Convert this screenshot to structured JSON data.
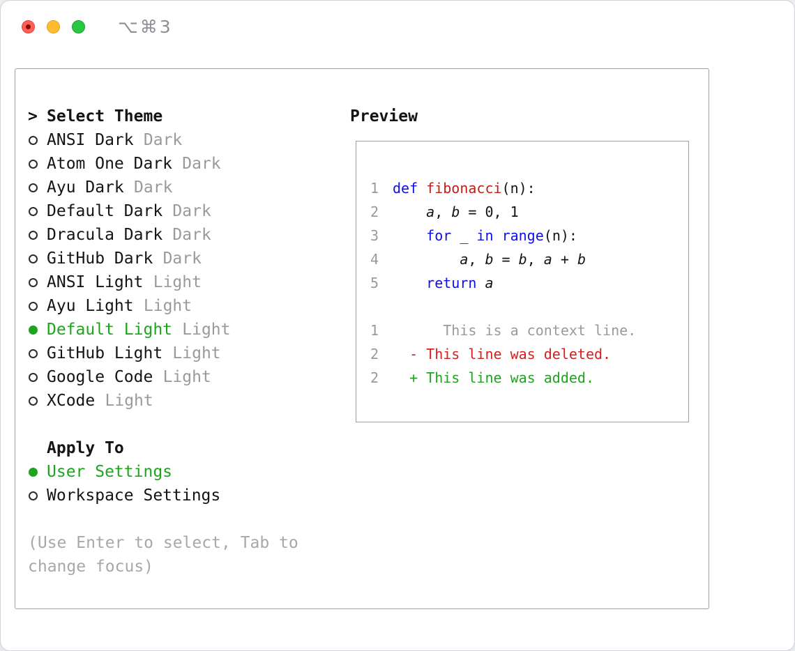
{
  "window": {
    "titlebar_shortcut": "⌥⌘3",
    "traffic_lights": [
      "close",
      "minimize",
      "zoom"
    ]
  },
  "colors": {
    "accent_green": "#1ea41e",
    "keyword_blue": "#0f0fe8",
    "function_red": "#c0201a",
    "deleted_red": "#d42020",
    "muted_gray": "#9a9a9a",
    "text_black": "#141414",
    "border_gray": "#9aa0a6"
  },
  "theme_panel": {
    "prompt": ">",
    "heading": "Select Theme",
    "themes": [
      {
        "name": "ANSI Dark",
        "variant": "Dark",
        "selected": false
      },
      {
        "name": "Atom One Dark",
        "variant": "Dark",
        "selected": false
      },
      {
        "name": "Ayu Dark",
        "variant": "Dark",
        "selected": false
      },
      {
        "name": "Default Dark",
        "variant": "Dark",
        "selected": false
      },
      {
        "name": "Dracula Dark",
        "variant": "Dark",
        "selected": false
      },
      {
        "name": "GitHub Dark",
        "variant": "Dark",
        "selected": false
      },
      {
        "name": "ANSI Light",
        "variant": "Light",
        "selected": false
      },
      {
        "name": "Ayu Light",
        "variant": "Light",
        "selected": false
      },
      {
        "name": "Default Light",
        "variant": "Light",
        "selected": true
      },
      {
        "name": "GitHub Light",
        "variant": "Light",
        "selected": false
      },
      {
        "name": "Google Code",
        "variant": "Light",
        "selected": false
      },
      {
        "name": "XCode",
        "variant": "Light",
        "selected": false
      }
    ],
    "apply_heading": "Apply To",
    "apply_options": [
      {
        "label": "User Settings",
        "selected": true
      },
      {
        "label": "Workspace Settings",
        "selected": false
      }
    ],
    "hint": "(Use Enter to select, Tab to change focus)"
  },
  "preview_panel": {
    "heading": "Preview",
    "code_lines": [
      {
        "num": "1",
        "tokens": [
          [
            "def",
            "kw"
          ],
          [
            " ",
            "pl"
          ],
          [
            "fibonacci",
            "fn"
          ],
          [
            "(n):",
            "pl"
          ]
        ]
      },
      {
        "num": "2",
        "tokens": [
          [
            "    ",
            "pl"
          ],
          [
            "a",
            "it"
          ],
          [
            ", ",
            "pl"
          ],
          [
            "b",
            "it"
          ],
          [
            " = 0, 1",
            "pl"
          ]
        ]
      },
      {
        "num": "3",
        "tokens": [
          [
            "    ",
            "pl"
          ],
          [
            "for",
            "kw"
          ],
          [
            " _ ",
            "pl"
          ],
          [
            "in",
            "kw"
          ],
          [
            " ",
            "pl"
          ],
          [
            "range",
            "kw"
          ],
          [
            "(n):",
            "pl"
          ]
        ]
      },
      {
        "num": "4",
        "tokens": [
          [
            "        ",
            "pl"
          ],
          [
            "a",
            "it"
          ],
          [
            ", ",
            "pl"
          ],
          [
            "b",
            "it"
          ],
          [
            " = ",
            "pl"
          ],
          [
            "b",
            "it"
          ],
          [
            ", ",
            "pl"
          ],
          [
            "a",
            "it"
          ],
          [
            " + ",
            "pl"
          ],
          [
            "b",
            "it"
          ]
        ]
      },
      {
        "num": "5",
        "tokens": [
          [
            "    ",
            "pl"
          ],
          [
            "return",
            "kw"
          ],
          [
            " ",
            "pl"
          ],
          [
            "a",
            "it"
          ]
        ]
      },
      {
        "num": "",
        "tokens": []
      },
      {
        "num": "1",
        "tokens": [
          [
            "      This is a context line.",
            "ctx"
          ]
        ]
      },
      {
        "num": "2",
        "tokens": [
          [
            "  - This line was deleted.",
            "del"
          ]
        ]
      },
      {
        "num": "2",
        "tokens": [
          [
            "  + This line was added.",
            "add"
          ]
        ]
      }
    ]
  }
}
